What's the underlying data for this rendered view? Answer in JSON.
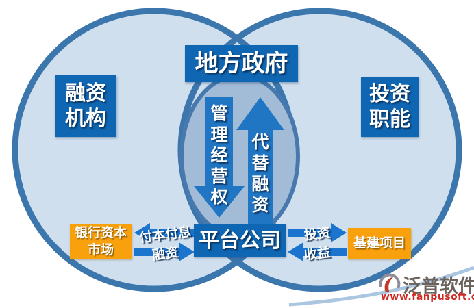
{
  "diagram": {
    "local_government": "地方政府",
    "financing_institution": "融资机构",
    "investment_function": "投资职能",
    "platform_company": "平台公司",
    "bank_capital_market": "银行资本市场",
    "infrastructure_project": "基建项目",
    "management_operation_rights": "管理经营权",
    "replace_financing": "代替融资",
    "pay_principal_interest": "付本付息",
    "financing": "融资",
    "investment": "投资",
    "returns": "收益"
  },
  "logo": {
    "name": "泛普软件",
    "url": "www.fanpusoft.com"
  },
  "colors": {
    "circle_fill": "#cfdfee",
    "circle_border": "#3b76ad",
    "ellipse_fill": "#a2bcd8",
    "ellipse_border": "#4779ae",
    "box_blue": "#0f66b2",
    "arrow_blue": "#2176c4",
    "small_arrow_blue": "#1b75cf",
    "orange": "#f9a00d",
    "logo_red": "#c0392b",
    "logo_gray": "#8f8d99",
    "swoosh_blue": "#aac6e0"
  }
}
